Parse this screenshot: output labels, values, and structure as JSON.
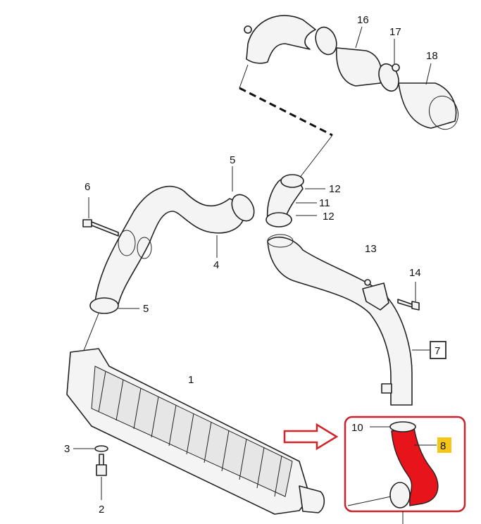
{
  "labels": {
    "p1": "1",
    "p2": "2",
    "p3": "3",
    "p4": "4",
    "p5a": "5",
    "p5b": "5",
    "p6": "6",
    "p7": "7",
    "p8": "8",
    "p10": "10",
    "p11": "11",
    "p12a": "12",
    "p12b": "12",
    "p13": "13",
    "p14": "14",
    "p16": "16",
    "p17": "17",
    "p18": "18"
  },
  "colors": {
    "highlight_hose": "#e8141b",
    "highlight_box": "#c8232c",
    "arrow": "#d4232a",
    "badge_fill": "#f5c518"
  },
  "icons": [
    "arrow-right-icon"
  ]
}
